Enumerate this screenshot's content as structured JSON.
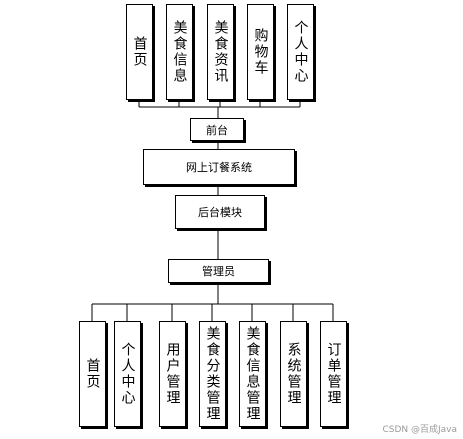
{
  "top_modules": [
    "首页",
    "美食信息",
    "美食资讯",
    "购物车",
    "个人中心"
  ],
  "frontend": "前台",
  "system": "网上订餐系统",
  "backend": "后台模块",
  "admin": "管理员",
  "bottom_modules": [
    "首页",
    "个人中心",
    "用户管理",
    "美食分类管理",
    "美食信息管理",
    "系统管理",
    "订单管理"
  ],
  "watermark": "CSDN @百成Java"
}
